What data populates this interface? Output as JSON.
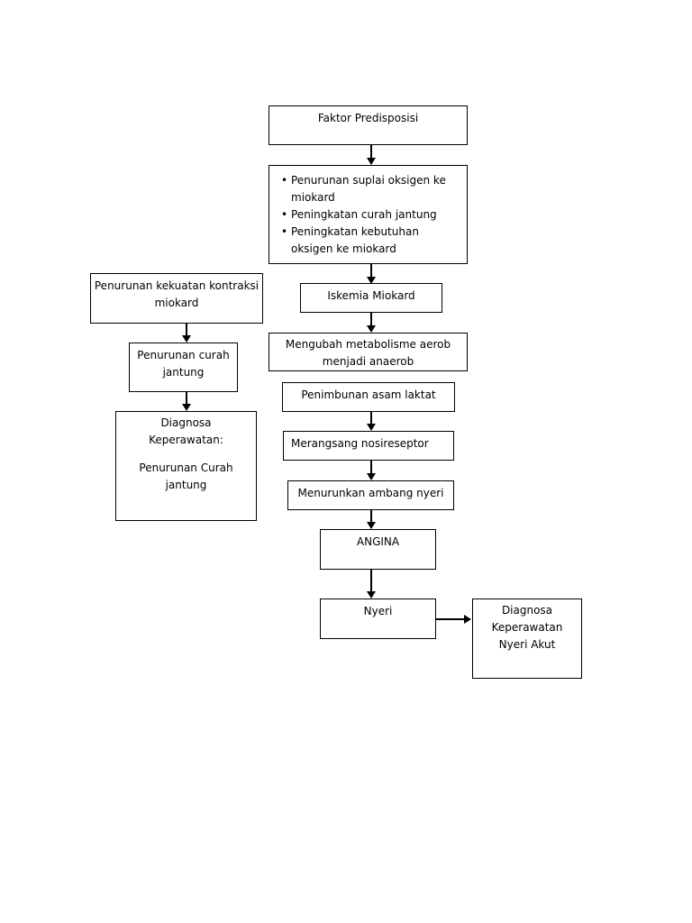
{
  "flow": {
    "faktor": "Faktor Predisposisi",
    "causes": [
      "Penurunan suplai oksigen ke miokard",
      "Peningkatan curah jantung",
      "Peningkatan kebutuhan oksigen ke miokard"
    ],
    "iskemia": "Iskemia Miokard",
    "metabolisme": "Mengubah metabolisme aerob menjadi anaerob",
    "laktat": "Penimbunan asam laktat",
    "nosireseptor": "Merangsang nosireseptor",
    "ambang": "Menurunkan ambang nyeri",
    "angina": "ANGINA",
    "nyeri": "Nyeri",
    "diagnosa_nyeri": {
      "title": "Diagnosa Keperawatan",
      "value": "Nyeri Akut"
    }
  },
  "left": {
    "kekuatan": "Penurunan kekuatan kontraksi miokard",
    "curah": "Penurunan curah jantung",
    "diagnosa": {
      "title": "Diagnosa Keperawatan:",
      "value": "Penurunan Curah jantung"
    }
  }
}
